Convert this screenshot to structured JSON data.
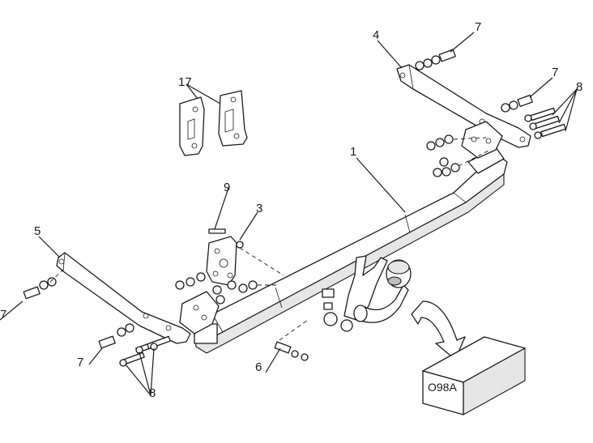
{
  "callouts": {
    "main_bar": "1",
    "bracket_3": "3",
    "side_plate_right": "4",
    "side_plate_left": "5",
    "spring_bolt": "6",
    "bolt_7_top": "7",
    "bolt_7_right": "7",
    "bolt_7_left": "7",
    "bolt_7_bottom": "7",
    "bolts_8_right": "8",
    "bolts_8_bottom": "8",
    "bolt_9": "9",
    "plates_17": "17"
  },
  "product_box": {
    "code": "O98A"
  }
}
